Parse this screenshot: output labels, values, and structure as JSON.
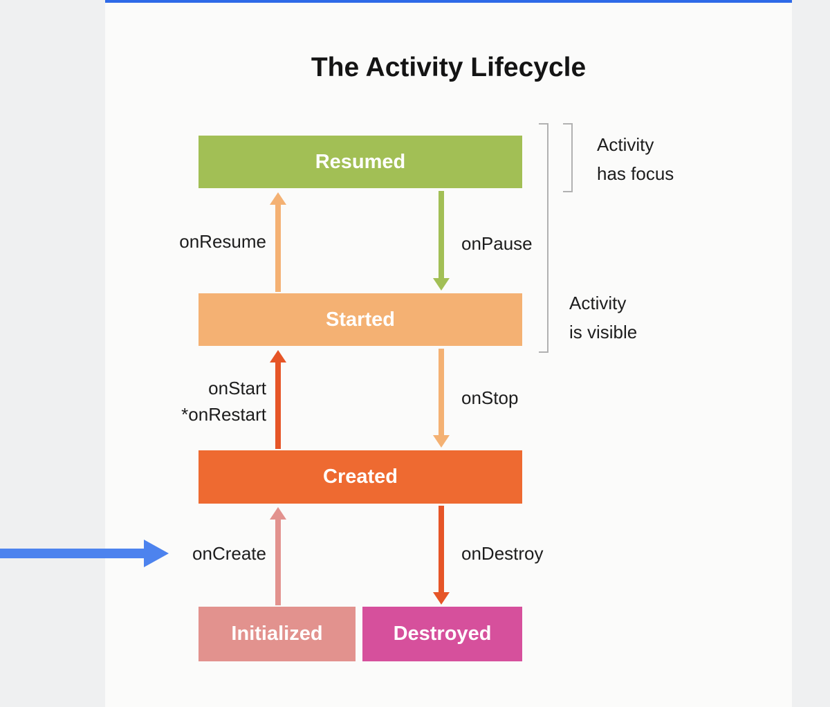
{
  "page": {
    "title": "The Activity Lifecycle",
    "top_accent_color": "#2e6ae8",
    "background_color": "#fbfbfa"
  },
  "diagram": {
    "states": [
      {
        "label": "Resumed",
        "color": "#a2bf55"
      },
      {
        "label": "Started",
        "color": "#f4b173"
      },
      {
        "label": "Created",
        "color": "#ee6a31"
      },
      {
        "label": "Initialized",
        "color": "#e2928e"
      },
      {
        "label": "Destroyed",
        "color": "#d6509c"
      }
    ],
    "transitions": [
      {
        "label": "onResume",
        "direction": "up",
        "color": "#f4b173"
      },
      {
        "label": "onPause",
        "direction": "down",
        "color": "#a2bf55"
      },
      {
        "label": "onStart\n*onRestart",
        "direction": "up",
        "color": "#e65527"
      },
      {
        "label": "onStop",
        "direction": "down",
        "color": "#f4b173"
      },
      {
        "label": "onCreate",
        "direction": "up",
        "color": "#e2928e"
      },
      {
        "label": "onDestroy",
        "direction": "down",
        "color": "#e65527"
      }
    ],
    "annotations": [
      {
        "label": "Activity\nhas focus"
      },
      {
        "label": "Activity\nis visible"
      }
    ],
    "bracket_color": "#b1b1b1"
  },
  "pointer": {
    "color": "#4d83ee"
  }
}
